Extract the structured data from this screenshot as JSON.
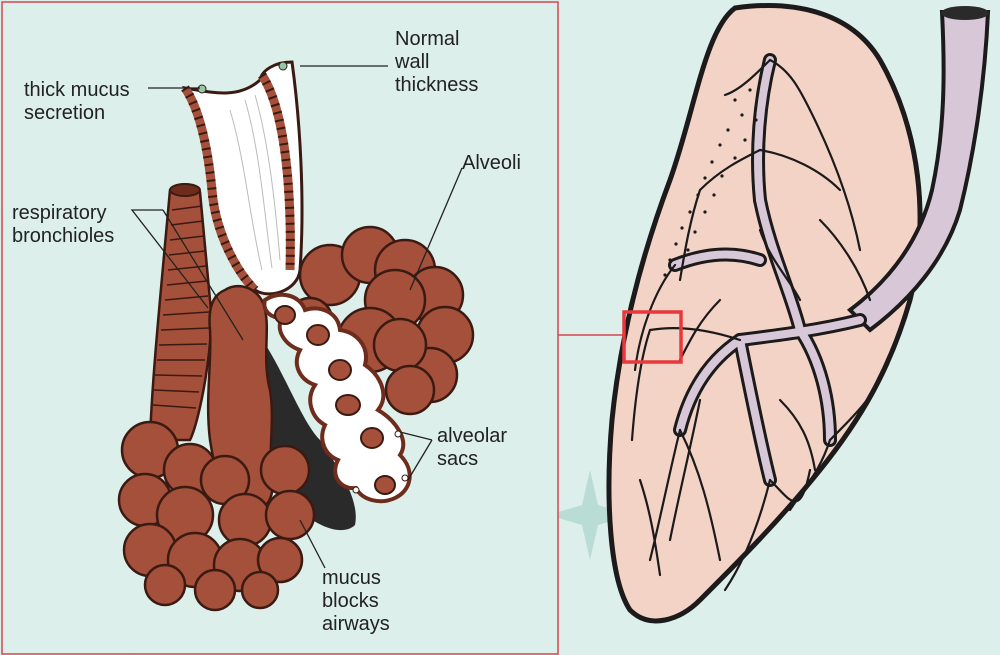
{
  "labels": {
    "thick_mucus": "thick mucus\nsecretion",
    "normal_wall": "Normal\nwall\nthickness",
    "respiratory_bronchioles": "respiratory\nbronchioles",
    "alveoli": "Alveoli",
    "alveolar_sacs": "alveolar\nsacs",
    "mucus_blocks": "mucus\nblocks\nairways"
  },
  "colors": {
    "background": "#dcefea",
    "inset_border": "#d94550",
    "callout_box": "#e8383e",
    "tissue": "#a4503a",
    "tissue_dark": "#6e2c1c",
    "lumen_dark": "#2b2a2b",
    "lung_fill": "#f3d3c6",
    "bronchi_fill": "#d8c7d6",
    "outline": "#1c1a1a",
    "starburst": "#b9dcd5"
  }
}
